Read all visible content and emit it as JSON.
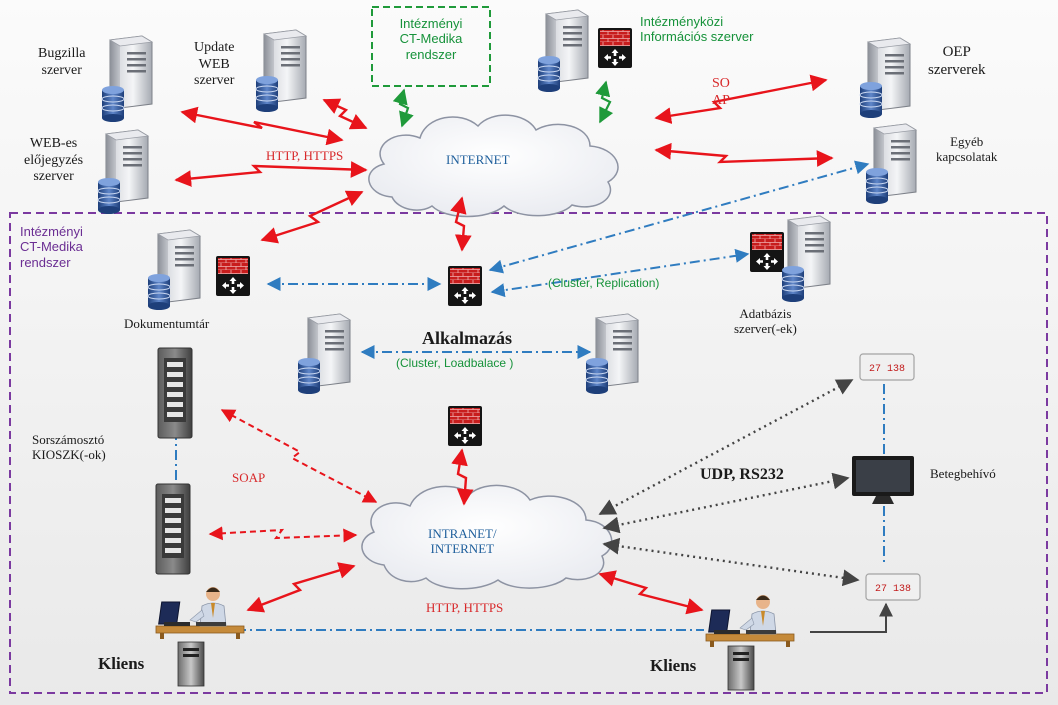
{
  "labels": {
    "bugzilla": "Bugzilla\nszerver",
    "update_web": "Update\nWEB\nszerver",
    "web_elojegyzes": "WEB-es\nelőjegyzés\nszerver",
    "intezmenyi_top": "Intézményi\nCT-Medika\nrendszer",
    "intezmenykozi": "Intézményközi\nInformációs szerver",
    "oep": "OEP\nszerverek",
    "so_ap": "SO\nAP",
    "egyeb": "Egyéb\nkapcsolatak",
    "http_top": "HTTP, HTTPS",
    "internet": "INTERNET",
    "intezmenyi_region": "Intézményi\nCT-Medika\nrendszer",
    "dokumentumtar": "Dokumentumtár",
    "cluster_replication": "(Cluster, Replication)",
    "adatbazis": "Adatbázis\nszerver(-ek)",
    "alkalmazas": "Alkalmazás",
    "cluster_loadbalace": "(Cluster, Loadbalace )",
    "sorszamoszto": "Sorszámosztó\nKIOSZK(-ok)",
    "soap": "SOAP",
    "udp_rs232": "UDP, RS232",
    "betegbehivo": "Betegbehívó",
    "intranet": "INTRANET/\nINTERNET",
    "http_bottom": "HTTP, HTTPS",
    "kliens_left": "Kliens",
    "kliens_right": "Kliens"
  },
  "displays": {
    "top": "27 138",
    "bottom": "27 138"
  },
  "colors": {
    "red_link": "#e8141b",
    "blue_link": "#2f7cc0",
    "green_link": "#1f9a3a",
    "purple_border": "#7b3aa0",
    "dark_link": "#444444"
  }
}
